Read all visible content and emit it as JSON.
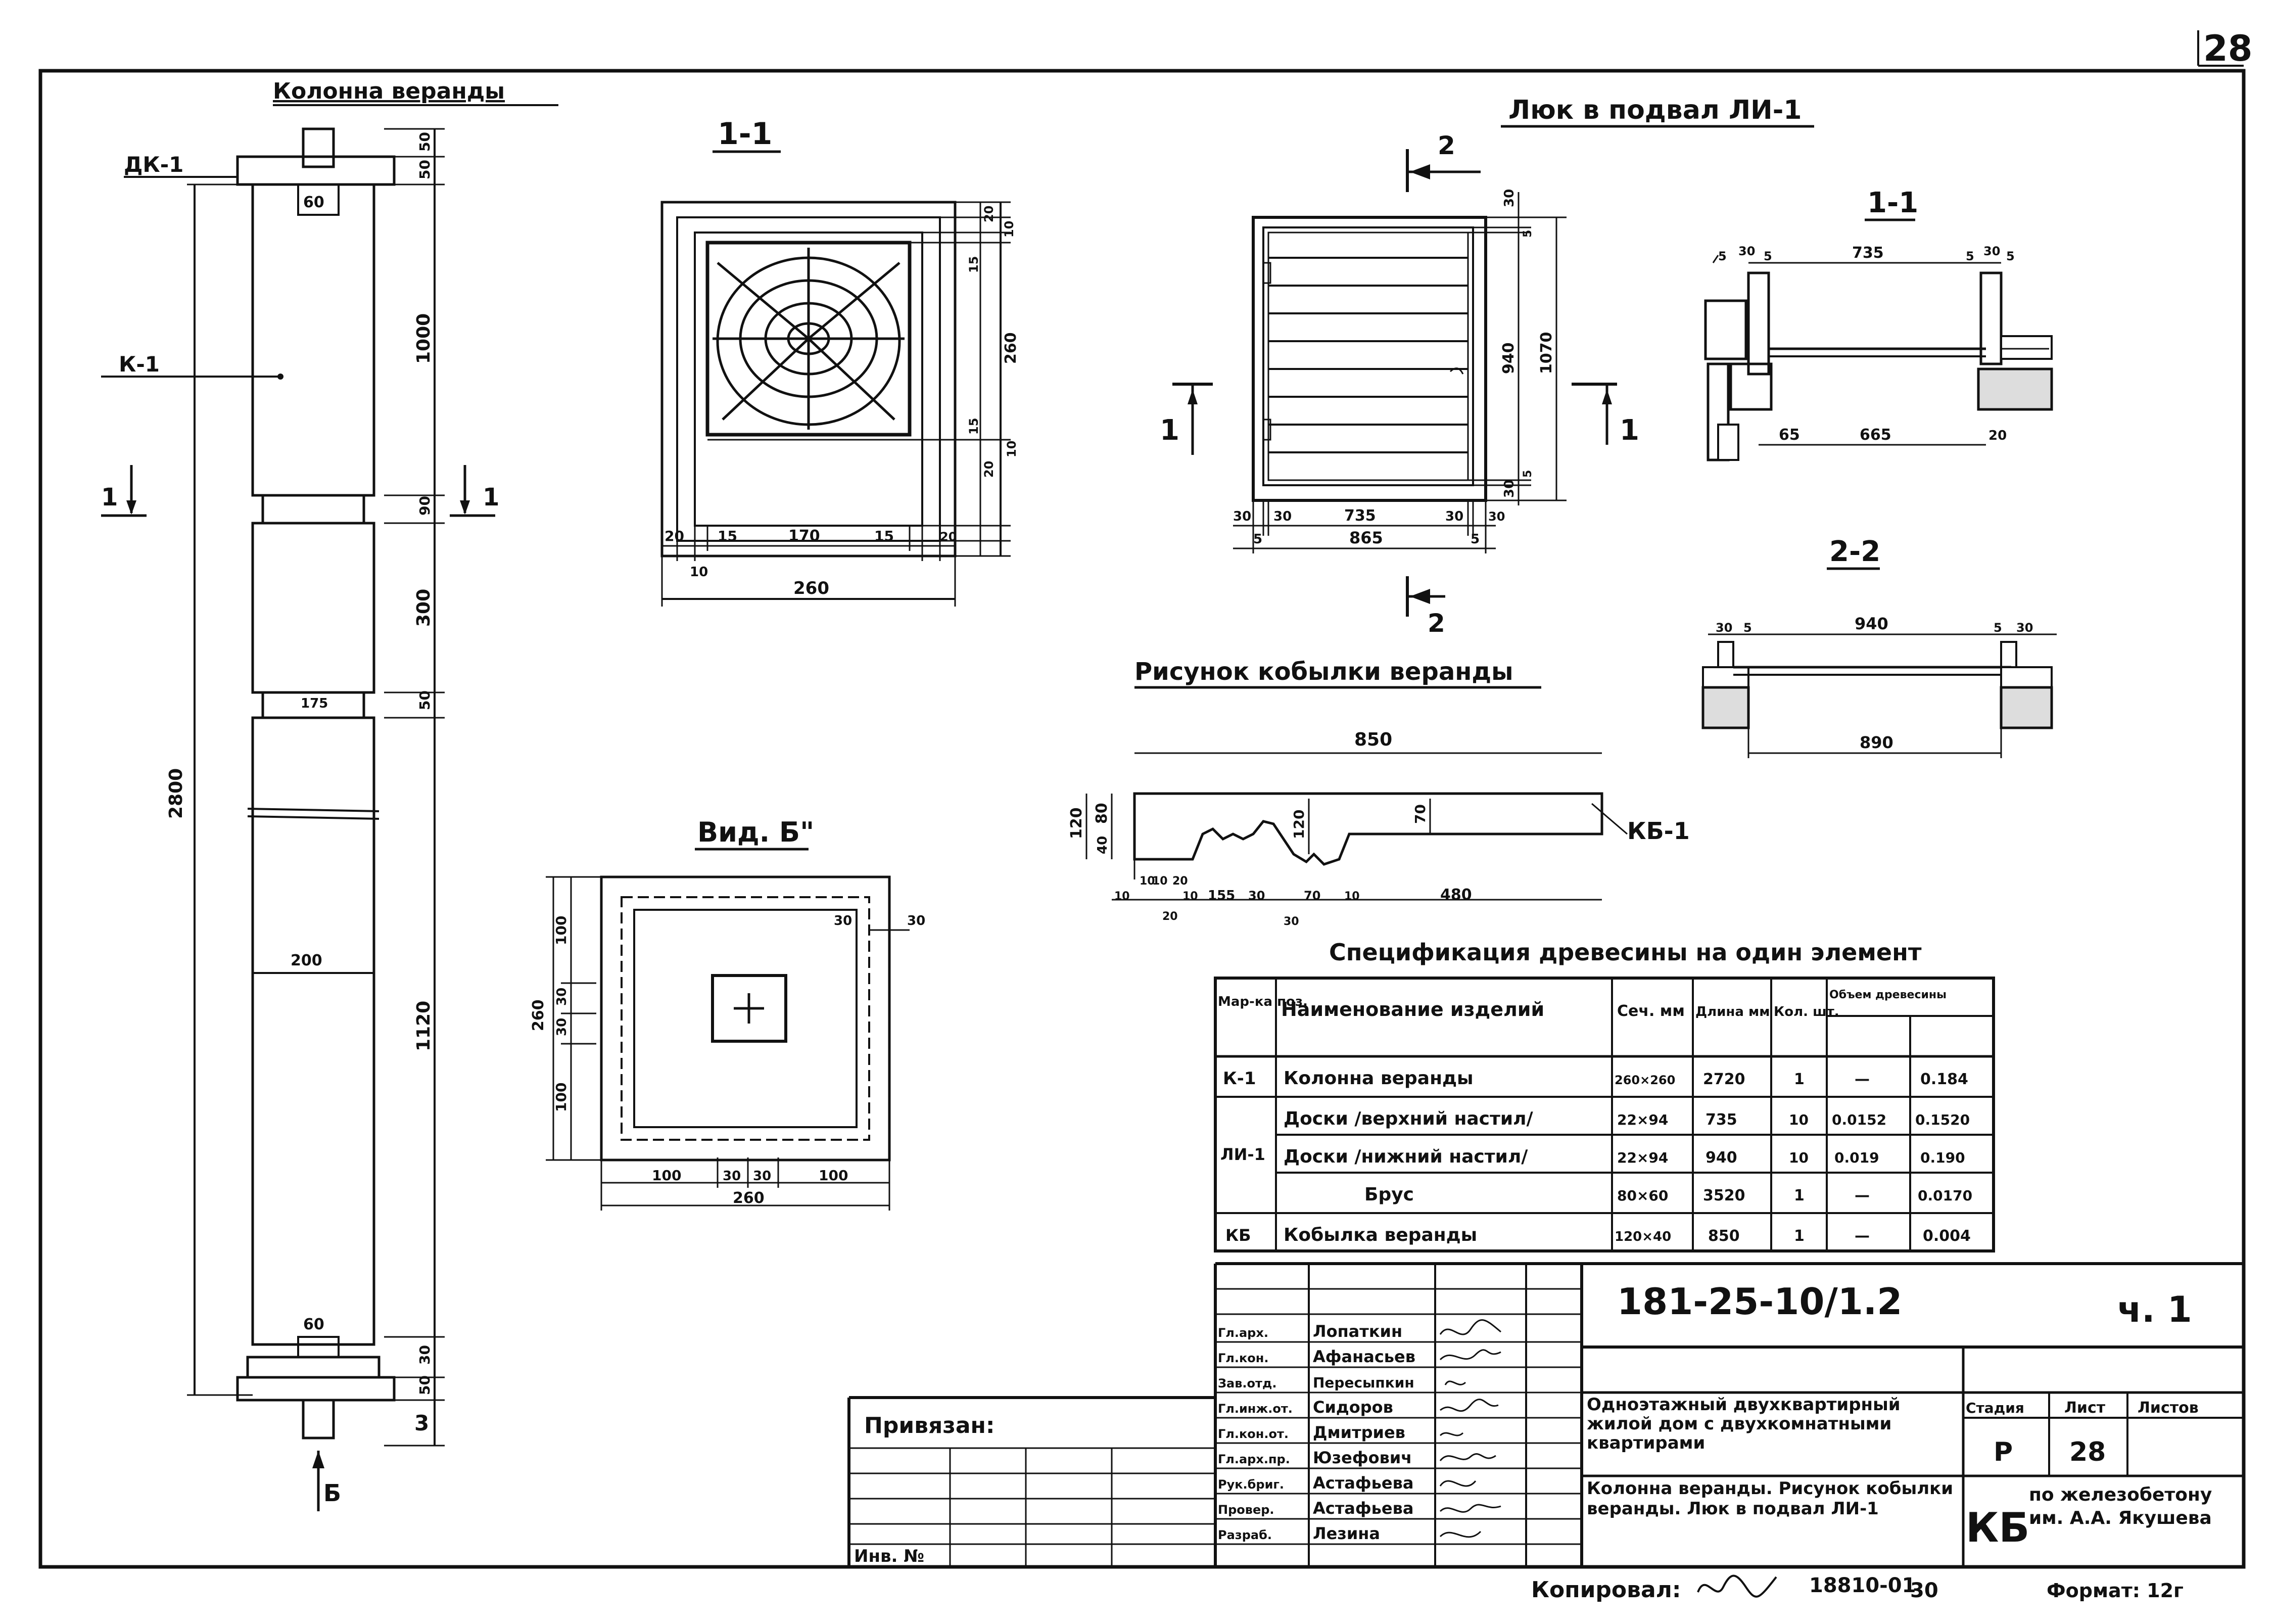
{
  "sheet": {
    "corner_number": "28",
    "copied_label": "Копировал:",
    "copied_code": "18810-01",
    "copied_num": "30",
    "format_label": "Формат: 12г"
  },
  "column_view": {
    "title": "Колонна веранды",
    "label_dk1": "ДК-1",
    "label_k1": "К-1",
    "section_left": "1",
    "section_right": "1",
    "view_b": "Б",
    "dims_right": [
      "50",
      "50",
      "1000",
      "90",
      "300",
      "50",
      "1120",
      "30",
      "50",
      "3"
    ],
    "dim_total": "2800",
    "dim_60_top": "60",
    "dim_60_bottom": "60",
    "dim_175": "175",
    "dim_200": "200"
  },
  "section11_left": {
    "title": "1-1",
    "dims_bottom": [
      "20",
      "15",
      "170",
      "15",
      "20"
    ],
    "dim_10": "10",
    "dim_260": "260",
    "dims_right": [
      "20",
      "10",
      "15",
      "260",
      "15",
      "10",
      "20"
    ]
  },
  "hatch": {
    "title": "Люк в подвал ЛИ-1",
    "sec2_top": "2",
    "sec2_bottom": "2",
    "sec1_left": "1",
    "sec1_right": "1",
    "dims_bottom_row1": [
      "30",
      "30",
      "735",
      "30",
      "30"
    ],
    "dims_bottom_row2": [
      "5",
      "865",
      "5"
    ],
    "dims_right": [
      "30",
      "5",
      "940",
      "1070",
      "30",
      "5"
    ]
  },
  "section11_right": {
    "title": "1-1",
    "dims_top": [
      "5",
      "30",
      "5",
      "735",
      "5",
      "30",
      "5"
    ],
    "dims_bottom": [
      "65",
      "665",
      "20"
    ]
  },
  "section22": {
    "title": "2-2",
    "dims_top": [
      "30",
      "5",
      "940",
      "5",
      "30"
    ],
    "dim_bottom": "890"
  },
  "stringer": {
    "title": "Рисунок кобылки веранды",
    "dim_850": "850",
    "label_kb1": "КБ-1",
    "dims_left": [
      "120",
      "80",
      "40"
    ],
    "dims_bottom": [
      "10",
      "10",
      "10",
      "20",
      "10",
      "155",
      "30",
      "70",
      "10",
      "480",
      "20",
      "30"
    ],
    "dim_120": "120",
    "dim_70": "70"
  },
  "view_b": {
    "title": "Вид. Б\"",
    "dims_left": [
      "100",
      "30",
      "30",
      "100"
    ],
    "dim_260_left": "260",
    "dims_bottom": [
      "100",
      "30",
      "30",
      "100"
    ],
    "dim_260_bottom": "260",
    "dims_tr": [
      "30",
      "30"
    ]
  },
  "spec": {
    "title": "Спецификация древесины на один элемент",
    "headers": [
      "Мар-ка поз.",
      "Наименование изделий",
      "Сеч. мм",
      "Длина мм",
      "Кол. шт.",
      "Объем древесины"
    ],
    "rows": [
      {
        "mark": "К-1",
        "name": "Колонна веранды",
        "sec": "260×260",
        "len": "2720",
        "qty": "1",
        "v1": "—",
        "v2": "0.184"
      },
      {
        "mark": "ЛИ-1",
        "name": "Доски /верхний настил/",
        "sec": "22×94",
        "len": "735",
        "qty": "10",
        "v1": "0.0152",
        "v2": "0.1520"
      },
      {
        "mark": "",
        "name": "Доски /нижний настил/",
        "sec": "22×94",
        "len": "940",
        "qty": "10",
        "v1": "0.019",
        "v2": "0.190"
      },
      {
        "mark": "",
        "name": "Брус",
        "sec": "80×60",
        "len": "3520",
        "qty": "1",
        "v1": "—",
        "v2": "0.0170"
      },
      {
        "mark": "КБ",
        "name": "Кобылка веранды",
        "sec": "120×40",
        "len": "850",
        "qty": "1",
        "v1": "—",
        "v2": "0.004"
      }
    ]
  },
  "title_block": {
    "doc_code": "181-25-10/1.2",
    "part": "ч. 1",
    "roles": [
      "Гл.арх.",
      "Гл.кон.",
      "Зав.отд.",
      "Гл.инж.от.",
      "Гл.кон.от.",
      "Гл.арх.пр.",
      "Рук.бриг.",
      "Провер.",
      "Разраб."
    ],
    "names": [
      "Лопаткин",
      "Афанасьев",
      "Пересыпкин",
      "Сидоров",
      "Дмитриев",
      "Юзефович",
      "Астафьева",
      "Астафьева",
      "Лезина"
    ],
    "project_name": "Одноэтажный двухквартирный жилой дом с двухкомнатными квартирами",
    "sheet_name": "Колонна веранды. Рисунок кобылки веранды. Люк в подвал ЛИ-1",
    "stage_h": "Стадия",
    "sheet_h": "Лист",
    "sheets_h": "Листов",
    "stage": "Р",
    "sheet": "28",
    "org_logo": "КБ",
    "org_name": "по железобетону им. А.А. Якушева",
    "privyazan": "Привязан:",
    "inv": "Инв. №"
  }
}
